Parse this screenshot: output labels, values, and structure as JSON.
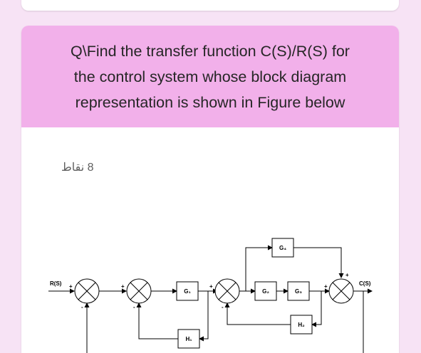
{
  "question": {
    "line1": "Q\\Find the transfer function C(S)/R(S) for",
    "line2": "the control system whose block diagram",
    "line3": "representation is shown in Figure below"
  },
  "points_label": "8 نقاط",
  "diagram": {
    "input_label": "R(S)",
    "output_label": "C(S)",
    "blocks": {
      "g1": "G₁",
      "g2": "G₂",
      "g3": "G₃",
      "g4": "G₄",
      "h1": "H₁",
      "h2": "H₂"
    },
    "signs": {
      "s1_plus": "+",
      "s1_minus": "-",
      "s2_plus": "+",
      "s2_minus": "-",
      "s3_plus": "+",
      "s3_minus": "-",
      "s4_top": "+",
      "s4_left": "+"
    }
  }
}
